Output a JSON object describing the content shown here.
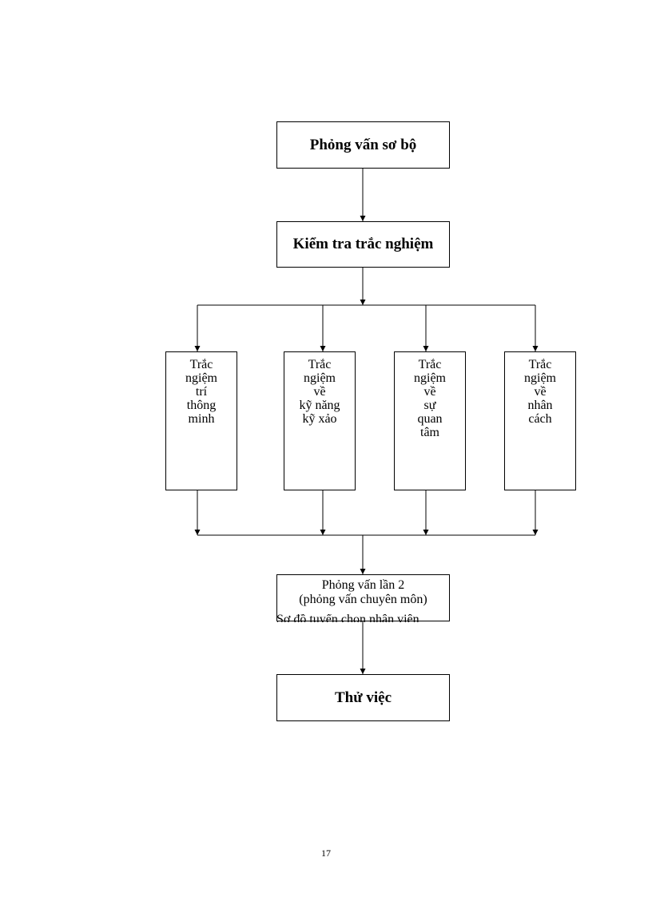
{
  "flowchart": {
    "step1": "Phỏng vấn sơ bộ",
    "step2": "Kiểm tra trắc nghiệm",
    "tests": [
      {
        "lines": [
          "Trắc",
          "ngiệm",
          "trí",
          "thông",
          "minh"
        ]
      },
      {
        "lines": [
          "Trắc",
          "ngiệm",
          "về",
          "kỹ năng",
          "kỹ xảo"
        ]
      },
      {
        "lines": [
          "Trắc",
          "ngiệm",
          "về",
          "sự",
          "quan",
          "tâm"
        ]
      },
      {
        "lines": [
          "Trắc",
          "ngiệm",
          "về",
          "nhân",
          "cách"
        ]
      }
    ],
    "step3": {
      "lines": [
        "Phỏng vấn lần 2",
        "(phỏng vấn chuyên môn)"
      ]
    },
    "step4": "Thử việc"
  },
  "caption": "Sơ đồ tuyển chọn nhân viên",
  "page_number": "17"
}
